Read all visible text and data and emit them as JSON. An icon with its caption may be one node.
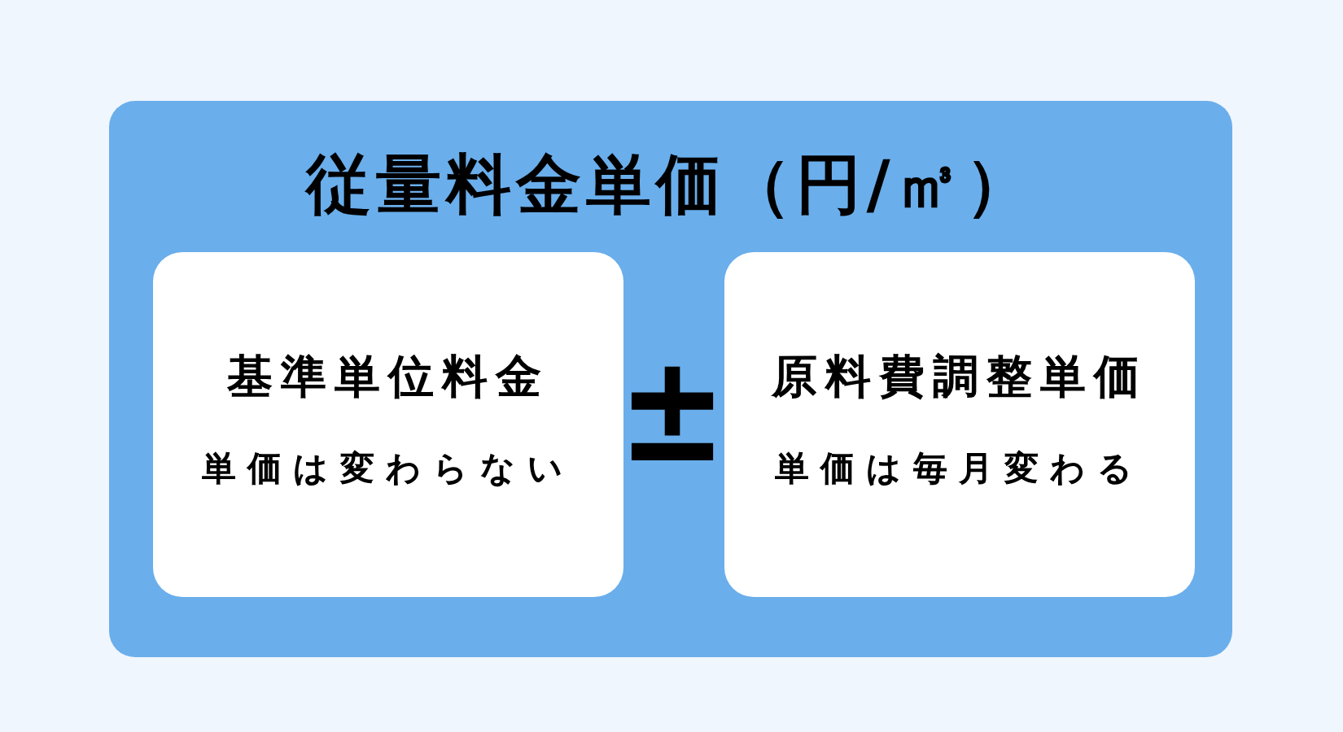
{
  "diagram": {
    "nodes": [
      {
        "text": [
          "従量料金単価（円/㎥）"
        ]
      },
      {
        "text": [
          "基準単位料金",
          "単価は変わらない"
        ],
        "in": 0
      },
      {
        "text": [
          "原料費調整単価",
          "単価は毎月変わる"
        ],
        "in": 0
      }
    ],
    "labels": [
      "±"
    ]
  }
}
